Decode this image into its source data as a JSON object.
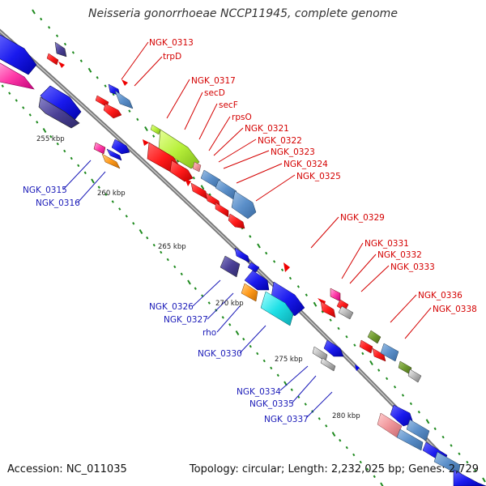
{
  "title": "Neisseria gonorrhoeae NCCP11945, complete genome",
  "footer": {
    "accession": "Accession: NC_011035",
    "summary": "Topology: circular; Length: 2,232,025 bp; Genes: 2,729"
  },
  "colors": {
    "backbone": "#8a8a8a",
    "tick": "#1f8a1f",
    "label_red": "#d40000",
    "label_blue": "#1a1ab8"
  },
  "kbp_labels": [
    "255 kbp",
    "260 kbp",
    "265 kbp",
    "270 kbp",
    "275 kbp",
    "280 kbp"
  ],
  "gene_labels_red": [
    "NGK_0313",
    "trpD",
    "NGK_0317",
    "secD",
    "secF",
    "rpsO",
    "NGK_0321",
    "NGK_0322",
    "NGK_0323",
    "NGK_0324",
    "NGK_0325",
    "NGK_0329",
    "NGK_0331",
    "NGK_0332",
    "NGK_0333",
    "NGK_0336",
    "NGK_0338"
  ],
  "gene_labels_blue": [
    "NGK_0315",
    "NGK_0316",
    "NGK_0326",
    "NGK_0327",
    "rho",
    "NGK_0330",
    "NGK_0334",
    "NGK_0335",
    "NGK_0337"
  ]
}
